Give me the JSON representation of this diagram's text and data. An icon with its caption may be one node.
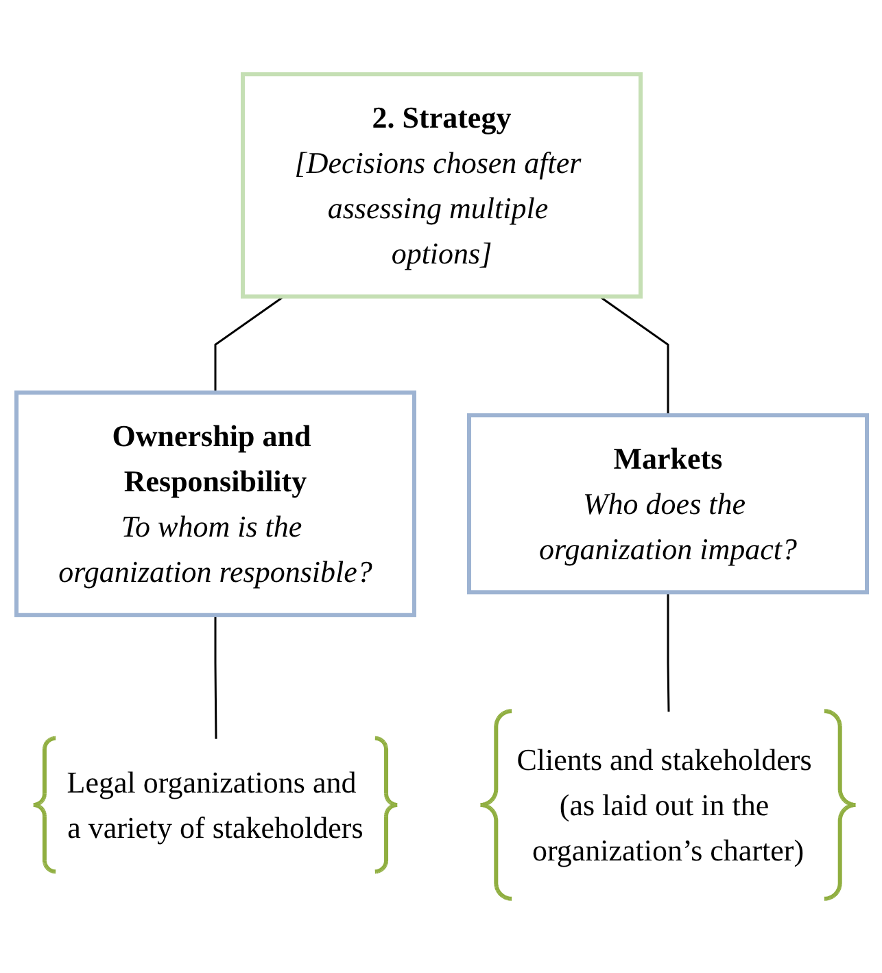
{
  "diagram": {
    "nodes": [
      {
        "text": [
          "2. Strategy",
          "[Decisions chosen after assessing multiple options]"
        ]
      },
      {
        "text": [
          "Ownership and Responsibility",
          "To whom is the organization responsible?"
        ]
      },
      {
        "text": [
          "Markets",
          "Who does the organization impact?"
        ]
      },
      {
        "text": [
          "Legal organizations and a variety of stakeholders"
        ]
      },
      {
        "text": [
          "Clients and stakeholders (as laid out in the organization’s charter)"
        ]
      }
    ],
    "edges": [
      {
        "from": 0,
        "to": 1,
        "arrow": "none"
      },
      {
        "from": 0,
        "to": 2,
        "arrow": "none"
      },
      {
        "from": 1,
        "to": 3,
        "arrow": "none"
      },
      {
        "from": 2,
        "to": 4,
        "arrow": "none"
      }
    ]
  }
}
